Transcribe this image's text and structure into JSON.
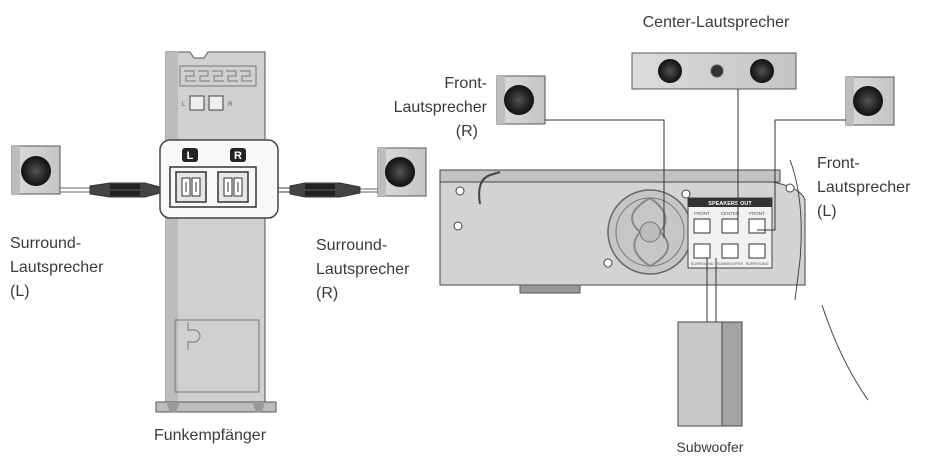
{
  "labels": {
    "center": "Center-Lautsprecher",
    "front_r_1": "Front-",
    "front_r_2": "Lautsprecher",
    "front_r_3": "(R)",
    "front_l_1": "Front-",
    "front_l_2": "Lautsprecher",
    "front_l_3": "(L)",
    "surround_l_1": "Surround-",
    "surround_l_2": "Lautsprecher",
    "surround_l_3": "(L)",
    "surround_r_1": "Surround-",
    "surround_r_2": "Lautsprecher",
    "surround_r_3": "(R)",
    "receiver": "Funkempfänger",
    "subwoofer": "Subwoofer"
  },
  "receiver_panel": {
    "left_badge": "L",
    "right_badge": "R",
    "small_l": "L",
    "small_r": "R"
  },
  "speakers_out": {
    "title": "SPEAKERS OUT",
    "front_left": "FRONT",
    "center": "CENTER",
    "front_right": "FRONT",
    "surround_left": "SURROUND",
    "subwoofer": "SUBWOOFER",
    "surround_right": "SURROUND"
  }
}
